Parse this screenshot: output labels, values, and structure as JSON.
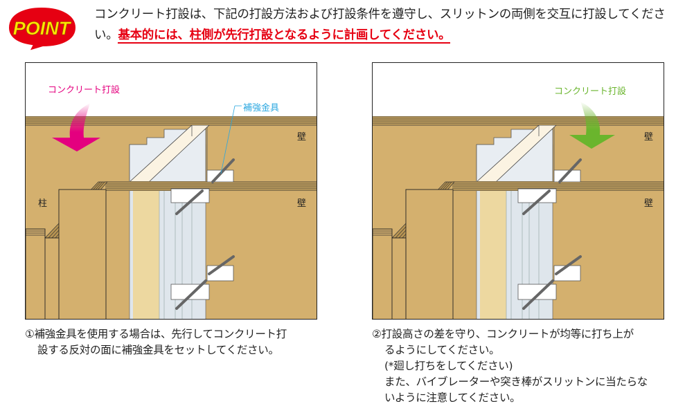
{
  "badge": {
    "text": "POINT",
    "color": "#e60012",
    "text_color": "#ffe600"
  },
  "intro": {
    "text": "コンクリート打設は、下記の打設方法および打設条件を遵守し、スリットンの両側を交互に打設してください。",
    "emphasis": "基本的には、柱側が先行打設となるように計画してください。",
    "emphasis_color": "#e60012"
  },
  "left_figure": {
    "arrow_label": "コンクリート打設",
    "arrow_color": "#e4007f",
    "bracket_label": "補強金具",
    "bracket_label_color": "#2aa7e0",
    "wall_label_1": "壁",
    "wall_label_2": "壁",
    "pillar_label": "柱"
  },
  "right_figure": {
    "arrow_label": "コンクリート打設",
    "arrow_color": "#6ab52d",
    "wall_label_1": "壁",
    "wall_label_2": "壁"
  },
  "captions": {
    "left": {
      "line1": "①補強金具を使用する場合は、先行してコンクリート打",
      "line2": "設する反対の面に補強金具をセットしてください。"
    },
    "right": {
      "line1": "②打設高さの差を守り、コンクリートが均等に打ち上が",
      "line2": "るようにしてください。",
      "line3": "(*廻し打ちをしてください)",
      "line4": "また、バイブレーターや突き棒がスリットンに当たらな",
      "line5": "いように注意してください。"
    }
  }
}
